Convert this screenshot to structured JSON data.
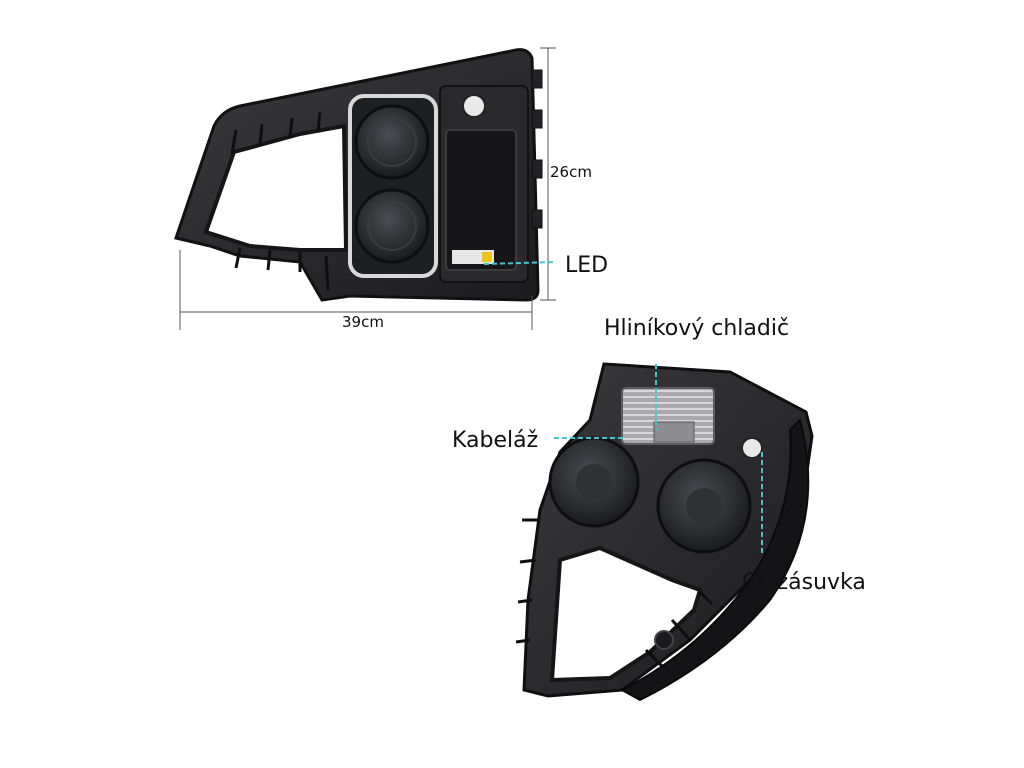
{
  "dimensions": {
    "height_label": "26cm",
    "width_label": "39cm"
  },
  "callouts": {
    "led": "LED",
    "heatsink": "Hliníkový chladič",
    "harness": "Kabeláž",
    "socket": "CL zásuvka"
  },
  "colors": {
    "panel": "#2b2b2d",
    "panel_edge": "#111113",
    "callout_line": "#3fc7d3",
    "chrome_trim": "#d9d9d9"
  }
}
